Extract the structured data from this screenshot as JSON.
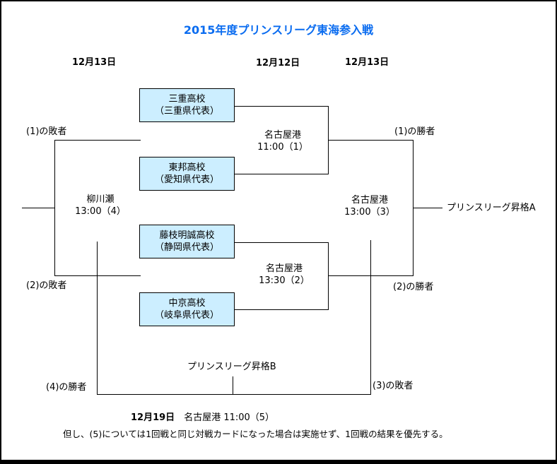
{
  "title": "2015年度プリンスリーグ東海参入戦",
  "date_headers": {
    "left": "12月13日",
    "middle": "12月12日",
    "right": "12月13日"
  },
  "teams": [
    {
      "name": "三重高校",
      "region": "（三重県代表）"
    },
    {
      "name": "東邦高校",
      "region": "（愛知県代表）"
    },
    {
      "name": "藤枝明誠高校",
      "region": "（静岡県代表）"
    },
    {
      "name": "中京高校",
      "region": "（岐阜県代表）"
    }
  ],
  "matches": {
    "m1": {
      "venue": "名古屋港",
      "time": "11:00（1）"
    },
    "m2": {
      "venue": "名古屋港",
      "time": "13:30（2）"
    },
    "m3": {
      "venue": "名古屋港",
      "time": "13:00（3）"
    },
    "m4": {
      "venue": "柳川瀬",
      "time": "13:00（4）"
    },
    "m5": {
      "date": "12月19日",
      "detail": "　名古屋港 11:00（5）"
    }
  },
  "labels": {
    "loser1": "(1)の敗者",
    "loser2": "(2)の敗者",
    "winner1": "(1)の勝者",
    "winner2": "(2)の勝者",
    "winner4": "(4)の勝者",
    "loser3": "(3)の敗者",
    "promotion_a": "プリンスリーグ昇格A",
    "promotion_b": "プリンスリーグ昇格B"
  },
  "note": "但し、(5)については1回戦と同じ対戦カードになった場合は実施せず、1回戦の結果を優先する。",
  "colors": {
    "title_blue": "#0a6cf0",
    "box_fill": "#cceeff",
    "line": "#000000"
  }
}
